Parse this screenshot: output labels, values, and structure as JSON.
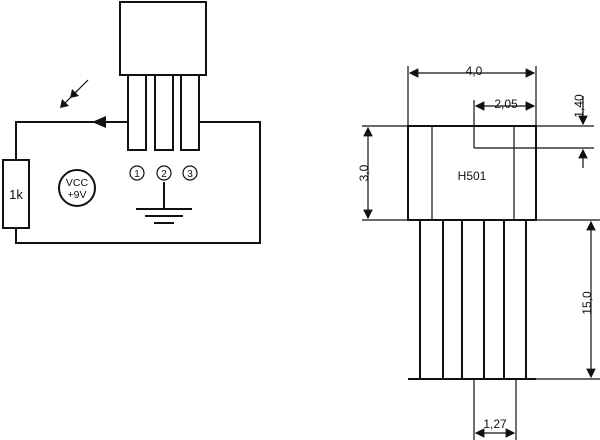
{
  "schematic": {
    "resistor_label": "1k",
    "vcc_label_line1": "VCC",
    "vcc_label_line2": "+9V",
    "pin_labels": [
      "1",
      "2",
      "3"
    ]
  },
  "package": {
    "part_label": "H501",
    "dim_width": "4,0",
    "dim_offset": "2,05",
    "dim_thickness": "1,40",
    "dim_body_height": "3,0",
    "dim_lead_length": "15,0",
    "dim_pitch": "1,27"
  }
}
